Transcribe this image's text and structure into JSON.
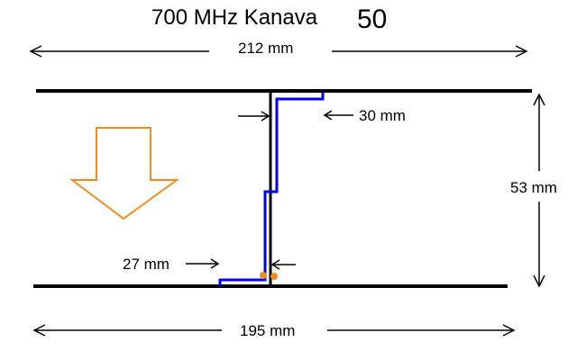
{
  "title": {
    "text": "700 MHz Kanava",
    "channel": "50"
  },
  "dimensions": {
    "top_width": "212 mm",
    "bottom_width": "195 mm",
    "height": "53 mm",
    "upper_gap": "30 mm",
    "lower_gap": "27 mm"
  },
  "colors": {
    "element_line": "#000000",
    "feed_line": "#0000ff",
    "feed_points": "#f08c1e",
    "direction_arrow": "#f08c1e",
    "dimension_arrow": "#000000"
  },
  "icons": {
    "direction": "down-arrow-outline-icon"
  }
}
